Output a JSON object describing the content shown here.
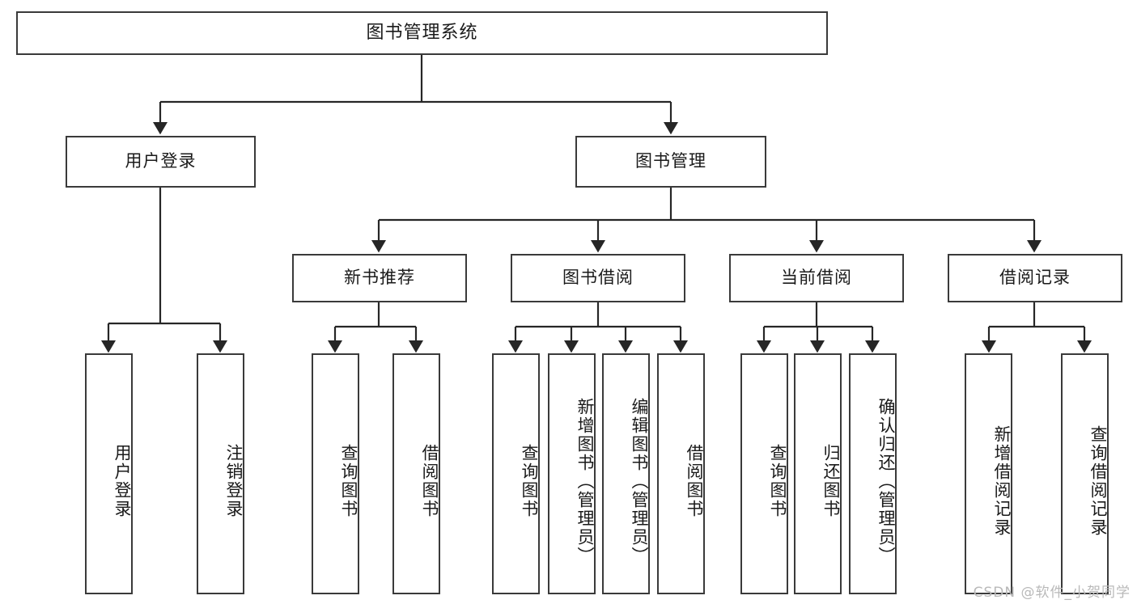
{
  "diagram": {
    "title": "图书管理系统",
    "type": "tree-hierarchy-chart",
    "orientation": "top-down",
    "colors": {
      "box_border": "#3a3a3a",
      "box_fill": "#ffffff",
      "connector": "#262626",
      "text": "#1a1a1a",
      "watermark": "#b9b9b9",
      "background": "#ffffff"
    }
  },
  "root": {
    "label": "图书管理系统"
  },
  "level2": [
    {
      "id": "user-login",
      "label": "用户登录"
    },
    {
      "id": "book-manage",
      "label": "图书管理"
    }
  ],
  "level3": [
    {
      "id": "new-book-recommend",
      "label": "新书推荐"
    },
    {
      "id": "book-borrow",
      "label": "图书借阅"
    },
    {
      "id": "current-borrow",
      "label": "当前借阅"
    },
    {
      "id": "borrow-record",
      "label": "借阅记录"
    }
  ],
  "leaves": {
    "user-login": [
      {
        "id": "leaf-user-login",
        "label": "用户登录"
      },
      {
        "id": "leaf-user-logout",
        "label": "注销登录"
      }
    ],
    "new-book-recommend": [
      {
        "id": "leaf-query-book-1",
        "label": "查询图书"
      },
      {
        "id": "leaf-borrow-book-1",
        "label": "借阅图书"
      }
    ],
    "book-borrow": [
      {
        "id": "leaf-query-book-2",
        "label": "查询图书"
      },
      {
        "id": "leaf-add-book",
        "label": "新增图书（管理员）"
      },
      {
        "id": "leaf-edit-book",
        "label": "编辑图书（管理员）"
      },
      {
        "id": "leaf-borrow-book-2",
        "label": "借阅图书"
      }
    ],
    "current-borrow": [
      {
        "id": "leaf-query-book-3",
        "label": "查询图书"
      },
      {
        "id": "leaf-return-book",
        "label": "归还图书"
      },
      {
        "id": "leaf-confirm-return",
        "label": "确认归还（管理员）"
      }
    ],
    "borrow-record": [
      {
        "id": "leaf-add-record",
        "label": "新增借阅记录"
      },
      {
        "id": "leaf-query-record",
        "label": "查询借阅记录"
      }
    ]
  },
  "watermark": {
    "text": "CSDN @软件_小贺同学"
  }
}
